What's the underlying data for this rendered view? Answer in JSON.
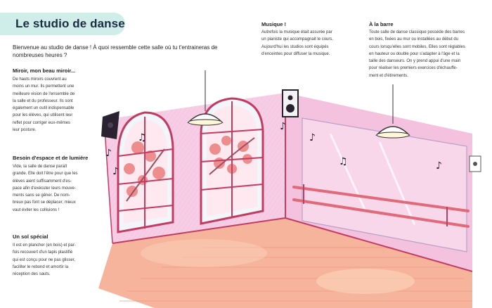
{
  "title": "Le studio de danse",
  "intro": "Bienvenue au studio de danse ! À quoi ressemble cette salle où tu t'entraineras de nombreuses heures ?",
  "sections": {
    "miroir": {
      "heading": "Miroir, mon beau miroir...",
      "lines": [
        "De hauts miroirs couvrent au",
        "moins un mur. Ils permettent une",
        "meilleure vision de l'ensemble de",
        "la salle et du professeur. Ils sont",
        "également un outil indispensable",
        "pour les élèves, qui utilisent leur",
        "reflet pour corriger eux-mêmes",
        "leur posture."
      ]
    },
    "espace": {
      "heading": "Besoin d'espace et de lumière",
      "lines": [
        "Vide, la salle de danse paraît",
        "grande. Elle doit l'être pour que les",
        "élèves aient suffisamment d'es-",
        "pace afin d'exécuter leurs mouve-",
        "ments sans se gêner. De nom-",
        "breux pas font se déplacer, mieux",
        "vaut éviter les collisions !"
      ]
    },
    "sol": {
      "heading": "Un sol spécial",
      "lines": [
        "Il est en plancher (en bois) et par-",
        "fois recouvert d'un tapis plastifié",
        "qui est conçu pour ne pas glisser,",
        "faciliter le rebond et amortir la",
        "réception des sauts."
      ]
    },
    "musique": {
      "heading": "Musique !",
      "lines": [
        "Autrefois la musique était assurée par",
        "un pianiste qui accompagnait le cours.",
        "Aujourd'hui les studios sont équipés",
        "d'enceintes pour diffuser la musique."
      ]
    },
    "barre": {
      "heading": "À la barre",
      "lines": [
        "Toute salle de danse classique possède des barres",
        "en bois, fixées au mur ou installées au début du",
        "cours lorsqu'elles sont mobiles. Elles sont réglables",
        "en hauteur ou double pour s'adapter à l'âge et la",
        "taille des danseurs. On y prend appui d'une main",
        "pour réaliser les premiers exercices d'échauffe-",
        "ment et d'étirements."
      ]
    }
  },
  "colors": {
    "title_pill": "#cfeee9",
    "wall": "#f7cde6",
    "floor": "#f8b39a",
    "window_frame": "#c23c62",
    "barre": "#e06a7a"
  },
  "icons": [
    "speaker-icon",
    "music-note-icon",
    "ceiling-lamp-icon",
    "power-outlet-icon"
  ]
}
